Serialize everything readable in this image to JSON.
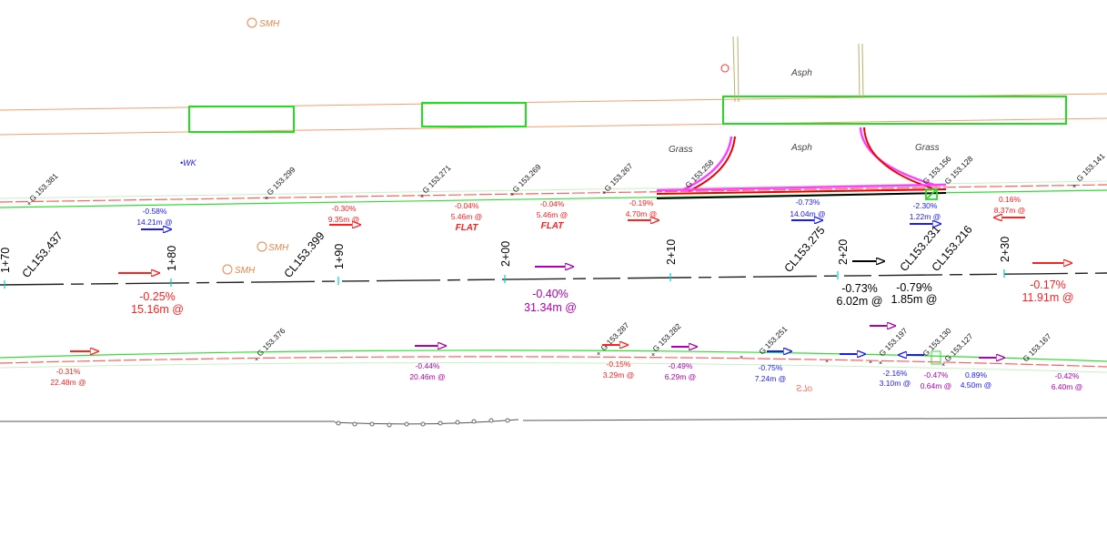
{
  "annotations": {
    "smh": "SMH",
    "wk": "•WK",
    "asph": "Asph",
    "grass": "Grass",
    "ls": "oLS"
  },
  "top_grades": [
    "G 153.381",
    "G 153.299",
    "G 153.271",
    "G 153.269",
    "G 153.267",
    "G 153.258",
    "G 153.156",
    "G 153.128",
    "G 153.141"
  ],
  "top_slopes": [
    {
      "pct": "-0.58%",
      "len": "14.21m @"
    },
    {
      "pct": "-0.30%",
      "len": "9.35m @"
    },
    {
      "pct": "-0.04%",
      "len": "5.46m @",
      "note": "FLAT"
    },
    {
      "pct": "-0.04%",
      "len": "5.46m @",
      "note": "FLAT"
    },
    {
      "pct": "-0.19%",
      "len": "4.70m @"
    },
    {
      "pct": "-0.73%",
      "len": "14.04m @"
    },
    {
      "pct": "-2.30%",
      "len": "1.22m @"
    },
    {
      "pct": "0.16%",
      "len": "8.37m @"
    }
  ],
  "stations": [
    "1+70",
    "1+80",
    "1+90",
    "2+00",
    "2+10",
    "2+20",
    "2+30"
  ],
  "cl_grades": [
    "CL153.437",
    "CL153.399",
    "CL153.275",
    "CL153.231",
    "CL153.216"
  ],
  "cl_slopes": [
    {
      "pct": "-0.25%",
      "len": "15.16m @"
    },
    {
      "pct": "-0.40%",
      "len": "31.34m @"
    },
    {
      "pct": "-0.73%",
      "len": "6.02m @"
    },
    {
      "pct": "-0.79%",
      "len": "1.85m @"
    },
    {
      "pct": "-0.17%",
      "len": "11.91m @"
    }
  ],
  "bottom_grades": [
    "G 153.376",
    "G 153.287",
    "G 153.282",
    "G 153.251",
    "G 153.197",
    "G 153.130",
    "G 153.127",
    "G 153.167"
  ],
  "bottom_slopes": [
    {
      "pct": "-0.31%",
      "len": "22.48m @"
    },
    {
      "pct": "-0.44%",
      "len": "20.46m @"
    },
    {
      "pct": "-0.15%",
      "len": "3.29m @"
    },
    {
      "pct": "-0.49%",
      "len": "6.29m @"
    },
    {
      "pct": "-0.75%",
      "len": "7.24m @"
    },
    {
      "pct": "-2.16%",
      "len": "3.10m @"
    },
    {
      "pct": "-0.47%",
      "len": "0.64m @"
    },
    {
      "pct": "0.89%",
      "len": "4.50m @"
    },
    {
      "pct": "-0.42%",
      "len": "6.40m @"
    }
  ],
  "colors": {
    "red": "#ff2020",
    "blue": "#1a1aff",
    "magenta": "#b000b0",
    "green": "#33dd33",
    "orange": "#e8864a",
    "cyan": "#00d0d0"
  }
}
